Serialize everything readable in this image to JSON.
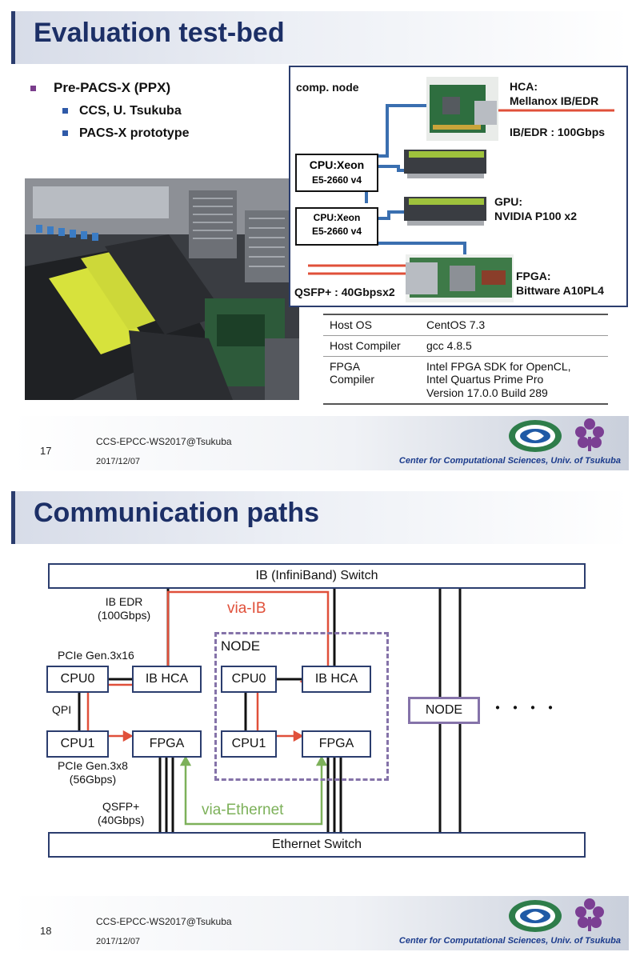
{
  "slide1": {
    "title": "Evaluation test-bed",
    "bullets": [
      {
        "text": "Pre-PACS-X (PPX)",
        "level": 1
      },
      {
        "text": "CCS, U. Tsukuba",
        "level": 2
      },
      {
        "text": "PACS-X prototype",
        "level": 2
      }
    ],
    "diagram": {
      "heading": "comp. node",
      "cpu1": {
        "line1": "CPU:Xeon",
        "line2": "E5-2660 v4"
      },
      "cpu2": {
        "line1": "CPU:Xeon",
        "line2": "E5-2660 v4"
      },
      "hca": {
        "line1": "HCA:",
        "line2": "Mellanox IB/EDR",
        "link": "IB/EDR : 100Gbps"
      },
      "gpu": {
        "line1": "GPU:",
        "line2": "NVIDIA P100 x2"
      },
      "fpga": {
        "line1": "FPGA:",
        "line2": "Bittware A10PL4",
        "link": "QSFP+ : 40Gbpsx2"
      }
    },
    "spec_table": [
      {
        "key": "Host OS",
        "value": "CentOS 7.3"
      },
      {
        "key": "Host Compiler",
        "value": "gcc 4.8.5"
      },
      {
        "key": "FPGA\nCompiler",
        "value": "Intel FPGA SDK for OpenCL,\nIntel Quartus Prime Pro\nVersion 17.0.0 Build 289"
      }
    ],
    "footer": {
      "page_number": "17",
      "event": "CCS-EPCC-WS2017@Tsukuba",
      "date": "2017/12/07",
      "center": "Center for Computational Sciences, Univ. of Tsukuba"
    }
  },
  "slide2": {
    "title": "Communication paths",
    "ib_switch": "IB (InfiniBand) Switch",
    "eth_switch": "Ethernet Switch",
    "labels": {
      "ib_edr": "IB EDR\n(100Gbps)",
      "pcie16": "PCIe Gen.3x16",
      "qpi": "QPI",
      "pcie8": "PCIe Gen.3x8\n(56Gbps)",
      "qsfp": "QSFP+\n(40Gbps)",
      "via_ib": "via-IB",
      "via_eth": "via-Ethernet",
      "node": "NODE",
      "node_right": "NODE",
      "ellipsis": "・・・・"
    },
    "left_node": {
      "cpu0": "CPU0",
      "cpu1": "CPU1",
      "hca": "IB HCA",
      "fpga": "FPGA"
    },
    "right_node": {
      "cpu0": "CPU0",
      "cpu1": "CPU1",
      "hca": "IB HCA",
      "fpga": "FPGA"
    },
    "colors": {
      "via_ib": "#e0503a",
      "via_eth": "#7db15a",
      "box_border": "#2b3d6e",
      "node_dash": "#8573a9"
    },
    "footer": {
      "page_number": "18",
      "event": "CCS-EPCC-WS2017@Tsukuba",
      "date": "2017/12/07",
      "center": "Center for Computational Sciences, Univ. of Tsukuba"
    }
  }
}
